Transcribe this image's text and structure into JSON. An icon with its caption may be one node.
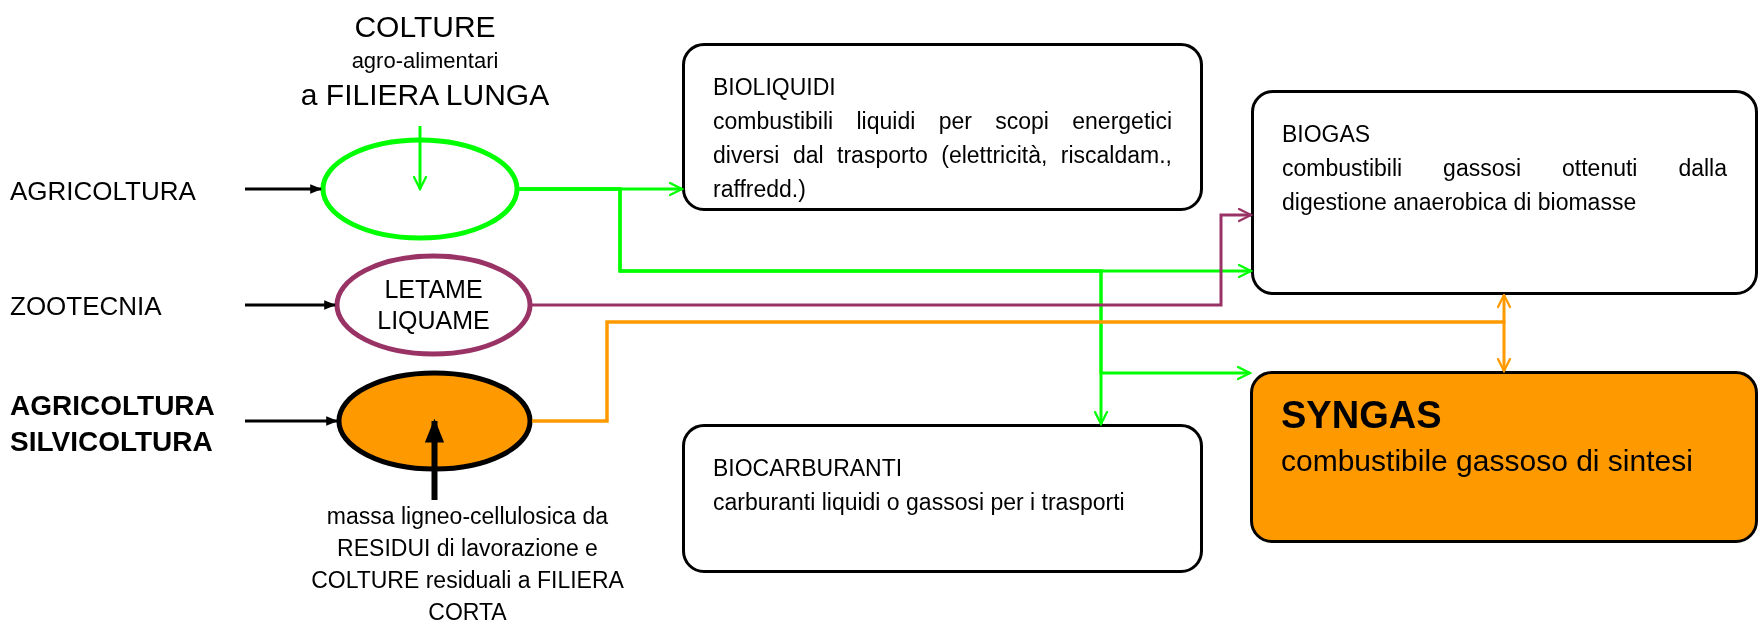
{
  "diagram": {
    "nodes": [
      {
        "text": [
          "AGRICOLTURA"
        ]
      },
      {
        "text": [
          "ZOOTECNIA"
        ]
      },
      {
        "text": [
          "AGRICOLTURA SILVICOLTURA"
        ]
      },
      {
        "text": [
          "COLTURE",
          "agro-alimentari",
          "a FILIERA LUNGA"
        ]
      },
      {
        "text": [],
        "shape": "ellipse"
      },
      {
        "text": [
          "LETAME LIQUAME"
        ]
      },
      {
        "text": [],
        "shape": "ellipse"
      },
      {
        "text": [
          "massa ligneo-cellulosica da RESIDUI di lavorazione e COLTURE residuali a FILIERA CORTA"
        ]
      },
      {
        "text": [
          "BIOLIQUIDI",
          "combustibili liquidi per scopi energetici diversi dal trasporto (elettricità, riscaldam., raffredd.)"
        ]
      },
      {
        "text": [
          "BIOGAS",
          "combustibili gassosi ottenuti dalla digestione anaerobica di biomasse"
        ]
      },
      {
        "text": [
          "BIOCARBURANTI",
          "carburanti liquidi o gassosi per i trasporti"
        ]
      },
      {
        "text": [
          "SYNGAS",
          "combustibile gassoso di sintesi"
        ]
      }
    ],
    "edges": [
      {
        "from": 0,
        "to": 4,
        "arrow": "to",
        "color": "#000000"
      },
      {
        "from": 1,
        "to": 5,
        "arrow": "to",
        "color": "#000000"
      },
      {
        "from": 2,
        "to": 6,
        "arrow": "to",
        "color": "#000000"
      },
      {
        "from": 3,
        "to": 4,
        "arrow": "to",
        "color": "#00ff00"
      },
      {
        "from": 7,
        "to": 6,
        "arrow": "to",
        "style": "thick",
        "color": "#000000"
      },
      {
        "from": 4,
        "to": 8,
        "arrow": "to",
        "color": "#00ff00"
      },
      {
        "from": 4,
        "to": 9,
        "arrow": "to",
        "color": "#00ff00"
      },
      {
        "from": 4,
        "to": 10,
        "arrow": "to",
        "color": "#00ff00"
      },
      {
        "from": 4,
        "to": 11,
        "arrow": "to",
        "color": "#00ff00"
      },
      {
        "from": 5,
        "to": 9,
        "arrow": "to",
        "color": "#993366"
      },
      {
        "from": 6,
        "to": 9,
        "arrow": "to",
        "color": "#ff9900"
      },
      {
        "from": 6,
        "to": 11,
        "arrow": "to",
        "color": "#ff9900"
      }
    ]
  }
}
